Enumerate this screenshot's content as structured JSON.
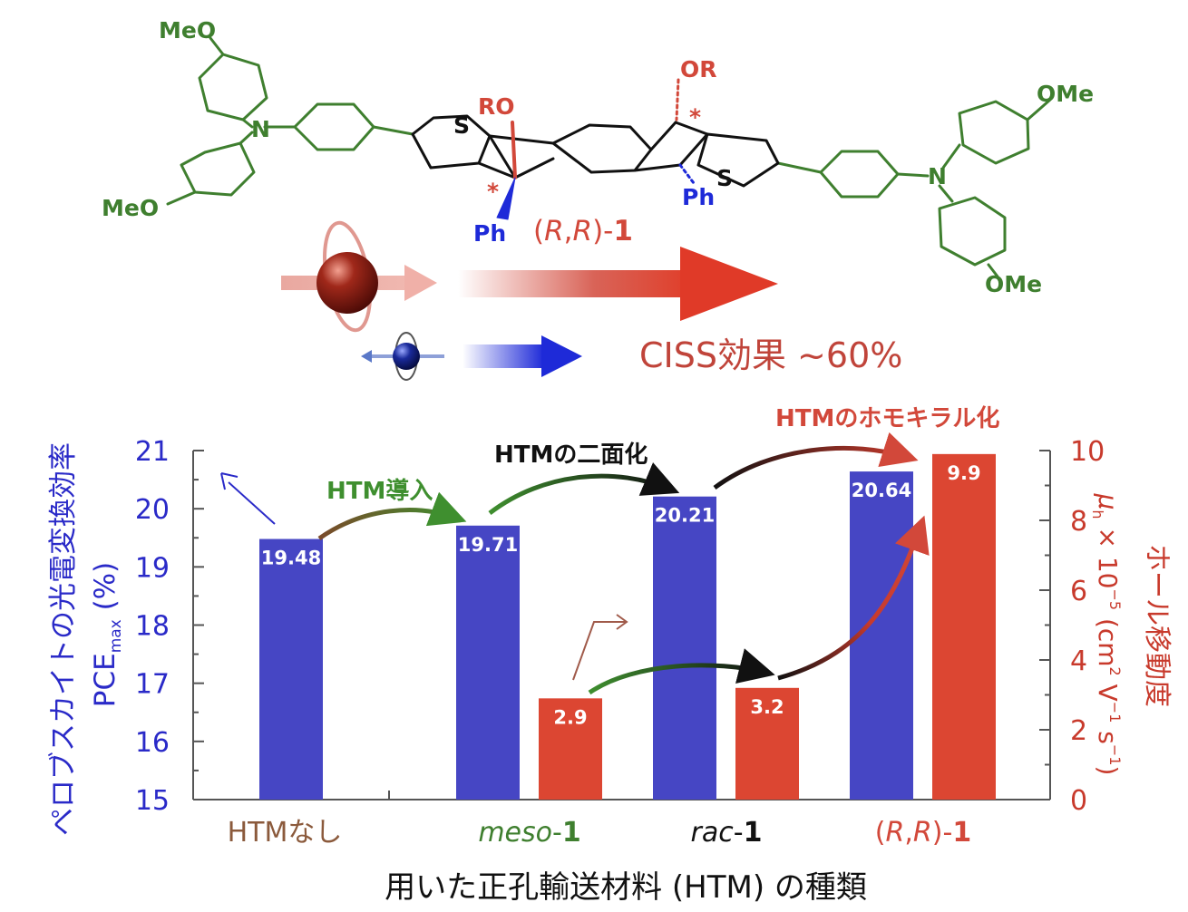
{
  "molecule": {
    "label_prefix": "(",
    "label_r1": "R",
    "label_comma": ",",
    "label_r2": "R",
    "label_suffix": ")-",
    "label_num": "1",
    "groups": {
      "meo_top_left": "MeO",
      "meo_bottom_left": "MeO",
      "ome_top_right": "OMe",
      "ome_bottom_right": "OMe",
      "n_left": "N",
      "n_right": "N",
      "s_left": "S",
      "s_right": "S",
      "ro": "RO",
      "or": "OR",
      "ph_left": "Ph",
      "ph_right": "Ph",
      "star_left": "*",
      "star_right": "*"
    },
    "colors": {
      "green": "#3f7f2f",
      "red": "#d2483a",
      "blue": "#2a2ad0",
      "black": "#111111"
    }
  },
  "ciss": {
    "label": "CISS効果 ~60%"
  },
  "chart_data": {
    "type": "bar",
    "categories": [
      "HTMなし",
      "meso-1",
      "rac-1",
      "(R,R)-1"
    ],
    "category_parts": [
      [
        {
          "t": "HTMなし",
          "i": false,
          "b": false
        }
      ],
      [
        {
          "t": "meso",
          "i": true,
          "b": false
        },
        {
          "t": "-",
          "i": false,
          "b": false
        },
        {
          "t": "1",
          "i": false,
          "b": true
        }
      ],
      [
        {
          "t": "rac",
          "i": true,
          "b": false
        },
        {
          "t": "-",
          "i": false,
          "b": false
        },
        {
          "t": "1",
          "i": false,
          "b": true
        }
      ],
      [
        {
          "t": "(",
          "i": false,
          "b": false
        },
        {
          "t": "R",
          "i": true,
          "b": false
        },
        {
          "t": ",",
          "i": false,
          "b": false
        },
        {
          "t": "R",
          "i": true,
          "b": false
        },
        {
          "t": ")-",
          "i": false,
          "b": false
        },
        {
          "t": "1",
          "i": false,
          "b": true
        }
      ]
    ],
    "category_colors": [
      "#8b5a3c",
      "#3f7f2f",
      "#111111",
      "#d2483a"
    ],
    "series": [
      {
        "values": [
          19.48,
          19.71,
          20.21,
          20.64
        ],
        "labels": [
          "19.48",
          "19.71",
          "20.21",
          "20.64"
        ],
        "axis": "left",
        "color": "#4646c4"
      },
      {
        "values": [
          null,
          2.9,
          3.2,
          9.9
        ],
        "labels": [
          "",
          "2.9",
          "3.2",
          "9.9"
        ],
        "axis": "right",
        "color": "#dc4632"
      }
    ],
    "left_axis": {
      "ylim": [
        15,
        21
      ],
      "ticks": [
        "15",
        "16",
        "17",
        "18",
        "19",
        "20",
        "21"
      ],
      "color": "#2a2ac8"
    },
    "right_axis": {
      "ylim": [
        0,
        10
      ],
      "ticks": [
        "0",
        "2",
        "4",
        "6",
        "8",
        "10"
      ],
      "color": "#c83a2c"
    },
    "ylabel_left_line1": "ペロブスカイトの光電変換効率",
    "ylabel_left_pce": "PCE",
    "ylabel_left_sub": "max",
    "ylabel_left_unit": " (%)",
    "ylabel_right_line1": "ホール移動度",
    "ylabel_right_mu": "μ",
    "ylabel_right_mu_sub": "h",
    "ylabel_right_times": " × 10",
    "ylabel_right_exp": "−5",
    "ylabel_right_unit_a": " (cm",
    "ylabel_right_sup2": "2",
    "ylabel_right_v": " V",
    "ylabel_right_sup_m1a": "−1",
    "ylabel_right_s": " s",
    "ylabel_right_sup_m1b": "−1",
    "ylabel_right_close": ")",
    "xlabel": "用いた正孔輸送材料 (HTM) の種類",
    "annotations": {
      "htm_intro": "HTM導入",
      "htm_dimer": "HTMの二面化",
      "htm_homochiral": "HTMのホモキラル化"
    }
  }
}
